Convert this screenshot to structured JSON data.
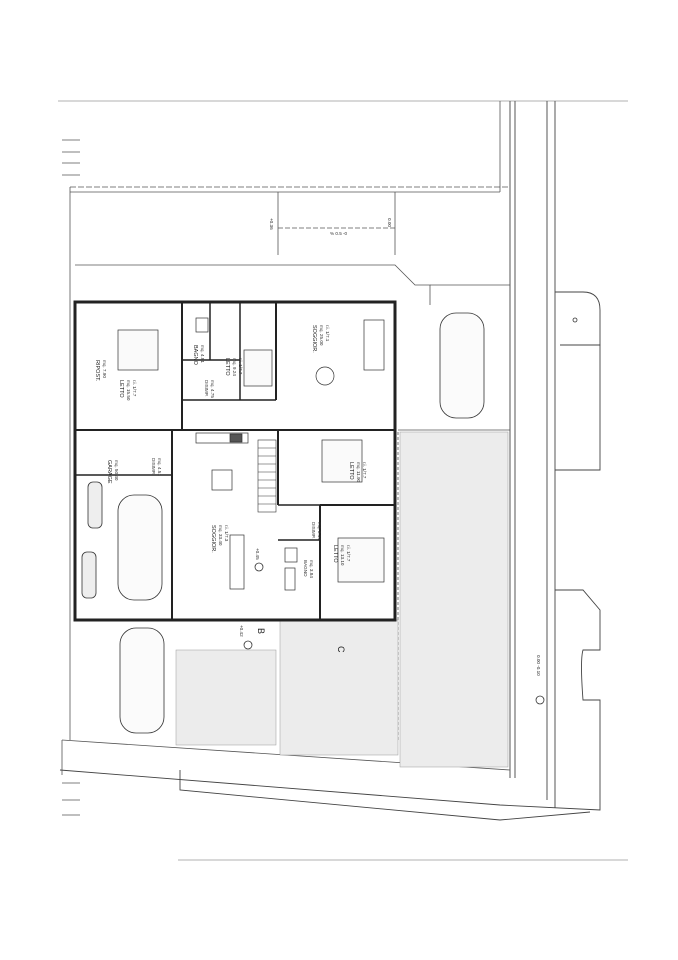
{
  "drawing": {
    "rooms": {
      "letto_nw": {
        "name": "LETTO",
        "lines": [
          "mq. 15.50",
          "r.i. 1/7.7"
        ]
      },
      "ripost": {
        "name": "RIPOST.",
        "lines": [
          "mq. 7.90"
        ]
      },
      "bagno_n": {
        "name": "BAGNO",
        "lines": [
          "mq. 4.81"
        ]
      },
      "disimp_n": {
        "name": "DISIMP.",
        "lines": [
          "mq. 4.75"
        ]
      },
      "letto_n": {
        "name": "LETTO",
        "lines": [
          "mq. 9.24",
          "r.i. 1/7.7"
        ]
      },
      "soggiorno_ne": {
        "name": "SOGGIOR.",
        "lines": [
          "mq. 25.00",
          "r.i. 1/7.1"
        ]
      },
      "garage": {
        "name": "GARAGE",
        "lines": [
          "mq. 50.40"
        ]
      },
      "disimp_w": {
        "name": "DISIMP.",
        "lines": [
          "mq. 4.51"
        ]
      },
      "soggiorno_c": {
        "name": "SOGGIOR.",
        "lines": [
          "mq. 33.40",
          "r.i. 1/7.3"
        ]
      },
      "letto_e": {
        "name": "LETTO",
        "lines": [
          "mq. 11.90",
          "r.i. 1/7.7"
        ]
      },
      "disimp_s": {
        "name": "DISIMP.",
        "lines": [
          "mq. 3.10"
        ]
      },
      "bagno_s": {
        "name": "BAGNO",
        "lines": [
          "mq. 3.84"
        ]
      },
      "letto_se": {
        "name": "LETTO",
        "lines": [
          "mq. 13.10",
          "r.i. 1/7.7"
        ]
      }
    },
    "section_marks": {
      "b": "B",
      "c": "C"
    },
    "levels": {
      "l1": "+0.36",
      "l2": "0.00",
      "l3": "+0.45",
      "l4": "+0.42",
      "l5": "0.00 -0.10"
    },
    "slope_note": "% 0.5 -0"
  }
}
